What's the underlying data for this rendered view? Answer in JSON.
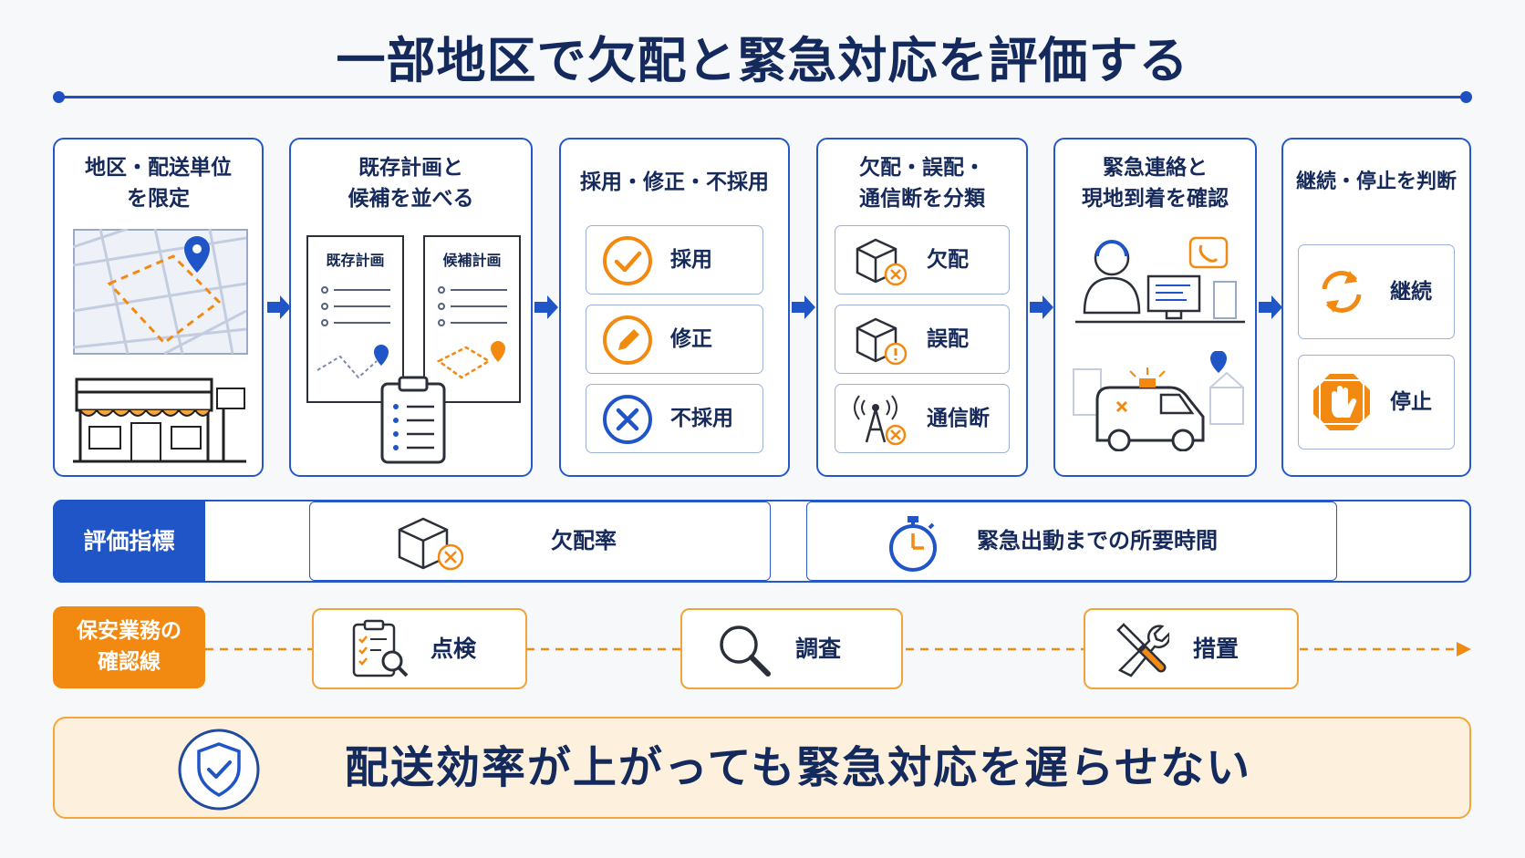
{
  "title": "一部地区で欠配と緊急対応を評価する",
  "steps": [
    {
      "line1": "地区・配送単位",
      "line2": "を限定"
    },
    {
      "line1": "既存計画と",
      "line2": "候補を並べる",
      "doc_left": "既存計画",
      "doc_right": "候補計画"
    },
    {
      "line1": "採用・修正・不採用",
      "line2": "",
      "options": [
        "採用",
        "修正",
        "不採用"
      ]
    },
    {
      "line1": "欠配・誤配・",
      "line2": "通信断を分類",
      "options": [
        "欠配",
        "誤配",
        "通信断"
      ]
    },
    {
      "line1": "緊急連絡と",
      "line2": "現地到着を確認"
    },
    {
      "line1": "継続・停止を判断",
      "line2": "",
      "options": [
        "継続",
        "停止"
      ]
    }
  ],
  "metrics": {
    "tag": "評価指標",
    "items": [
      "欠配率",
      "緊急出動までの所要時間"
    ]
  },
  "security_line": {
    "tag_line1": "保安業務の",
    "tag_line2": "確認線",
    "items": [
      "点検",
      "調査",
      "措置"
    ]
  },
  "banner": "配送効率が上がっても緊急対応を遅らせない",
  "colors": {
    "navy": "#152a5c",
    "blue": "#2458c9",
    "orange": "#f28a12",
    "cream": "#fdf1de"
  },
  "icons": [
    "map-pin-icon",
    "storefront-icon",
    "clipboard-icon",
    "check-circle-icon",
    "pencil-circle-icon",
    "x-circle-icon",
    "package-x-icon",
    "package-alert-icon",
    "antenna-x-icon",
    "operator-icon",
    "emergency-van-icon",
    "refresh-icon",
    "stop-hand-icon",
    "stopwatch-icon",
    "checklist-search-icon",
    "magnifier-icon",
    "tools-icon",
    "shield-check-icon"
  ]
}
